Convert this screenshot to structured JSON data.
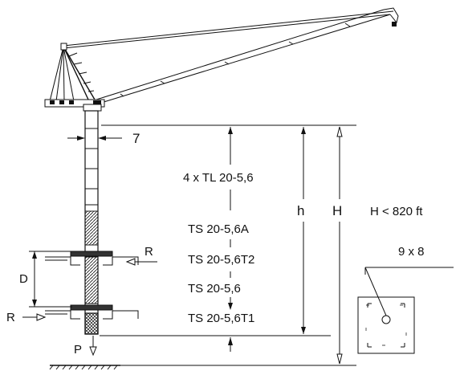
{
  "diagram": {
    "dimension_labels": {
      "column_width": "7",
      "hook_height": "h",
      "total_height": "H",
      "height_limit": "H < 820 ft",
      "base_size": "9 x 8",
      "tie_spacing": "D",
      "reaction_upper": "R",
      "reaction_lower": "R",
      "load": "P"
    },
    "mast_sections": [
      "4 x TL 20-5,6",
      "TS 20-5,6A",
      "TS 20-5,6T2",
      "TS 20-5,6",
      "TS 20-5,6T1"
    ],
    "colors": {
      "line": "#111111",
      "background": "#ffffff"
    }
  }
}
